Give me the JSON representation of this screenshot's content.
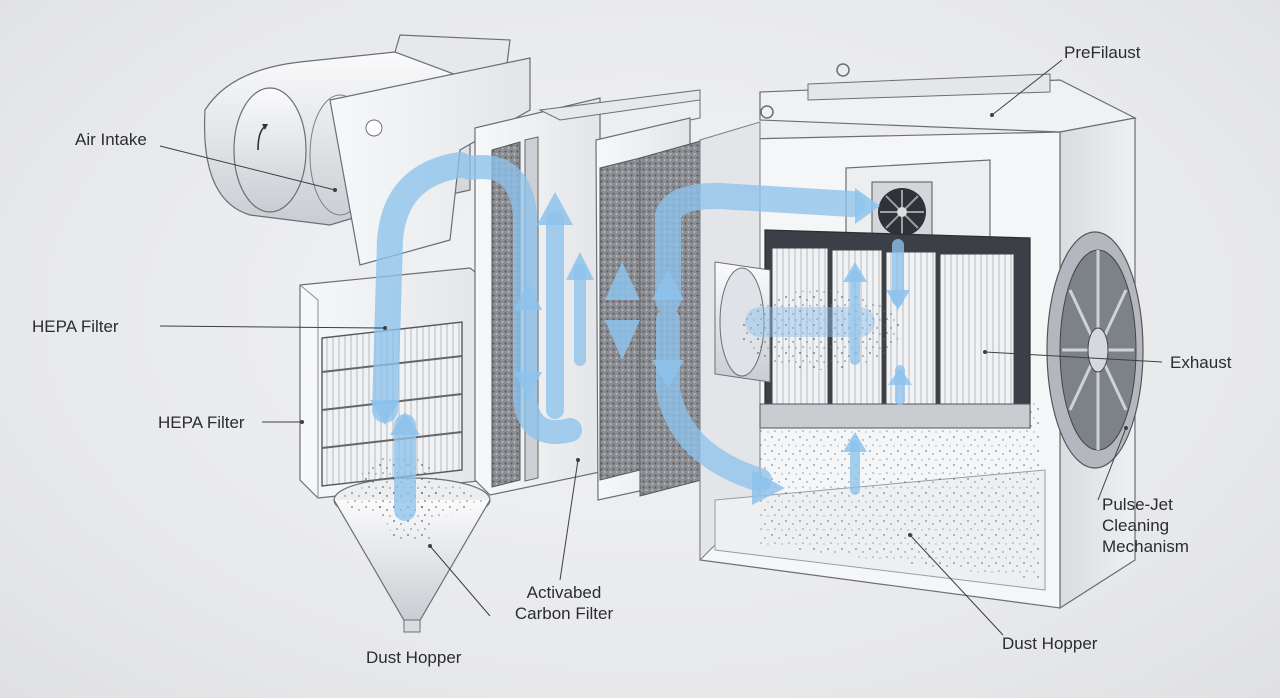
{
  "labels": {
    "air_intake": "Air Intake",
    "hepa_filter_1": "HEPA Filter",
    "hepa_filter_2": "HEPA Filter",
    "dust_hopper_left": "Dust Hopper",
    "activated_carbon_line1": "Activabed",
    "activated_carbon_line2": "Carbon Filter",
    "prefilter": "PreFilaust",
    "exhaust": "Exhaust",
    "pulse_jet_line1": "Pulse-Jet",
    "pulse_jet_line2": "Cleaning",
    "pulse_jet_line3": "Mechanism",
    "dust_hopper_right": "Dust Hopper"
  },
  "colors": {
    "airflow": "#8ec3ec",
    "housing": "#f4f5f7",
    "outline": "#5c6168",
    "filter_media": "#e9ebee",
    "carbon_media": "#7c7f84",
    "background": "#ecedef"
  },
  "icons": [
    "intake-duct-icon",
    "fan-icon",
    "pulse-jet-wheel-icon",
    "airflow-arrow-icon"
  ]
}
